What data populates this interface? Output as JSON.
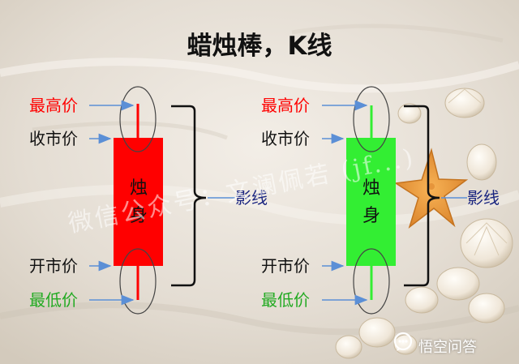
{
  "title": "蜡烛棒，K线",
  "colors": {
    "red": "#ff0000",
    "green": "#33ee33",
    "arrow": "#5b8fd6",
    "shadow_label": "#1a2580"
  },
  "candles": [
    {
      "type": "bearish",
      "body_color": "#ff0000",
      "labels": {
        "high": "最高价",
        "open_top": "收市价",
        "close_bottom": "开市价",
        "low": "最低价"
      },
      "body_text": [
        "烛",
        "身"
      ],
      "shadow_label": "影线"
    },
    {
      "type": "bullish",
      "body_color": "#33ee33",
      "labels": {
        "high": "最高价",
        "open_top": "收市价",
        "close_bottom": "开市价",
        "low": "最低价"
      },
      "body_text": [
        "烛",
        "身"
      ],
      "shadow_label": "影线"
    }
  ],
  "watermark": "微信公众号：文澜佩若 (jf...)",
  "brand": "悟空问答",
  "icons": {
    "brand": "speech-bubble-icon"
  }
}
